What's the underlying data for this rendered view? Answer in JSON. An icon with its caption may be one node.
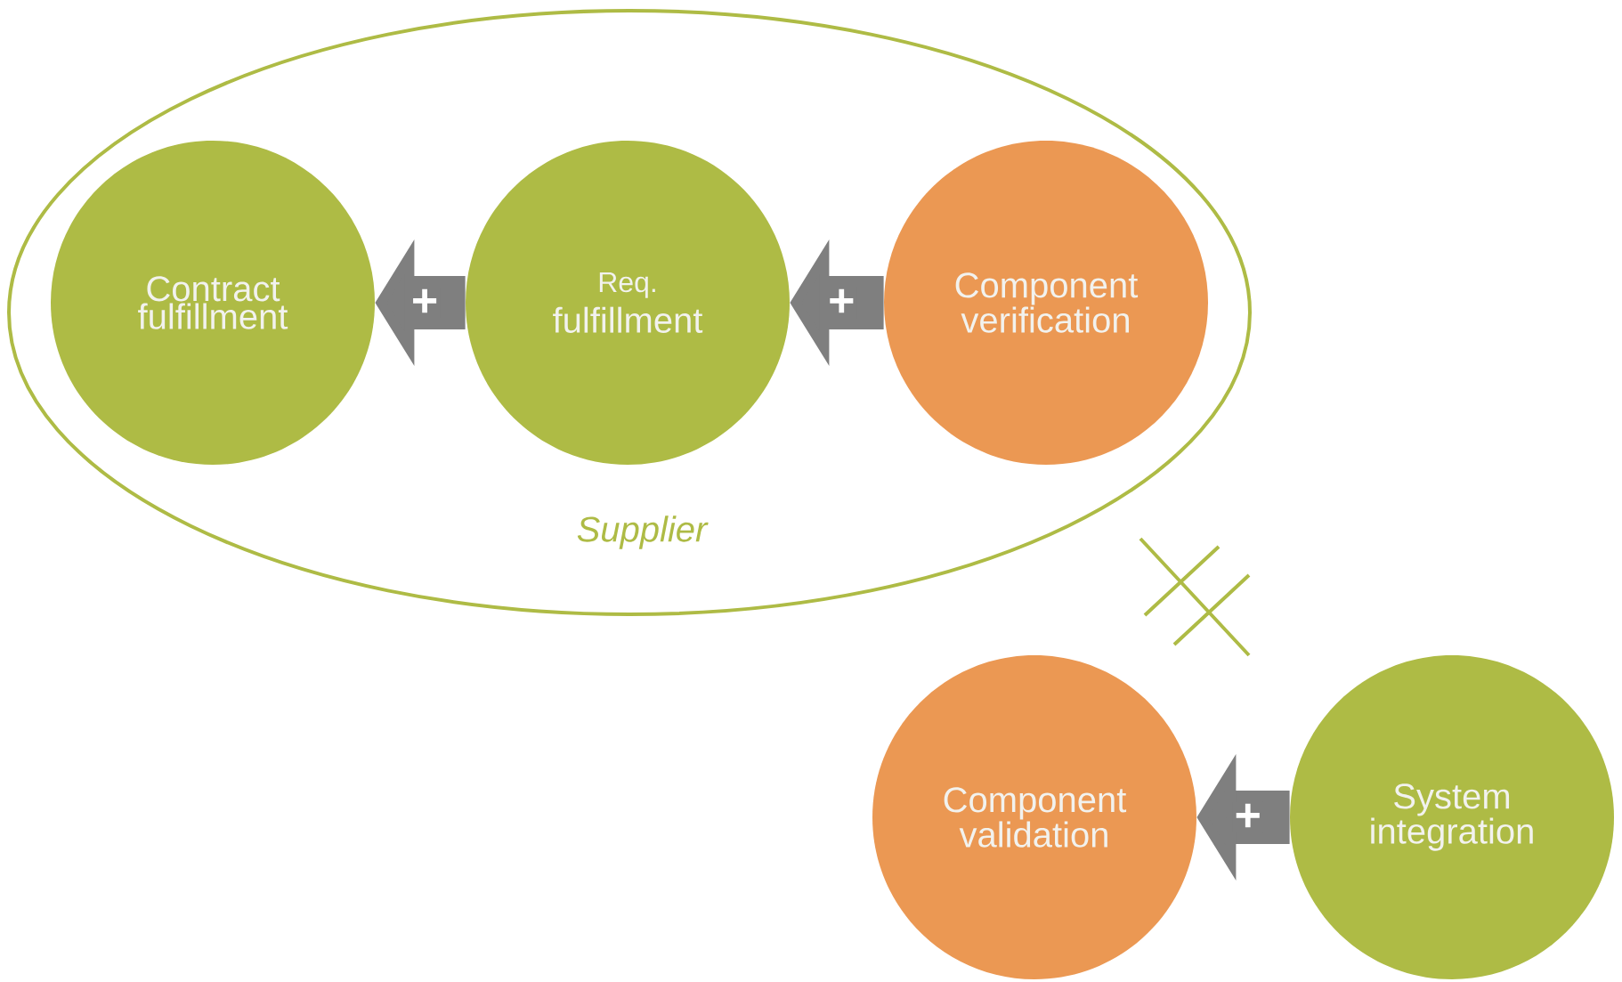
{
  "diagram": {
    "nodes": [
      {
        "text": [
          "Supplier"
        ]
      },
      {
        "text": [
          "Contract fulfillment"
        ],
        "in": 0
      },
      {
        "text": [
          "Req.",
          "fulfillment"
        ],
        "in": 0
      },
      {
        "text": [
          "Component verification"
        ],
        "in": 0
      },
      {
        "text": [
          "Component validation"
        ]
      },
      {
        "text": [
          "System integration"
        ]
      }
    ],
    "edges": [
      {
        "from": 2,
        "to": 1,
        "arrow": "to",
        "label": "+"
      },
      {
        "from": 3,
        "to": 2,
        "arrow": "to",
        "label": "+"
      },
      {
        "from": 5,
        "to": 4,
        "arrow": "to",
        "label": "+"
      }
    ]
  }
}
